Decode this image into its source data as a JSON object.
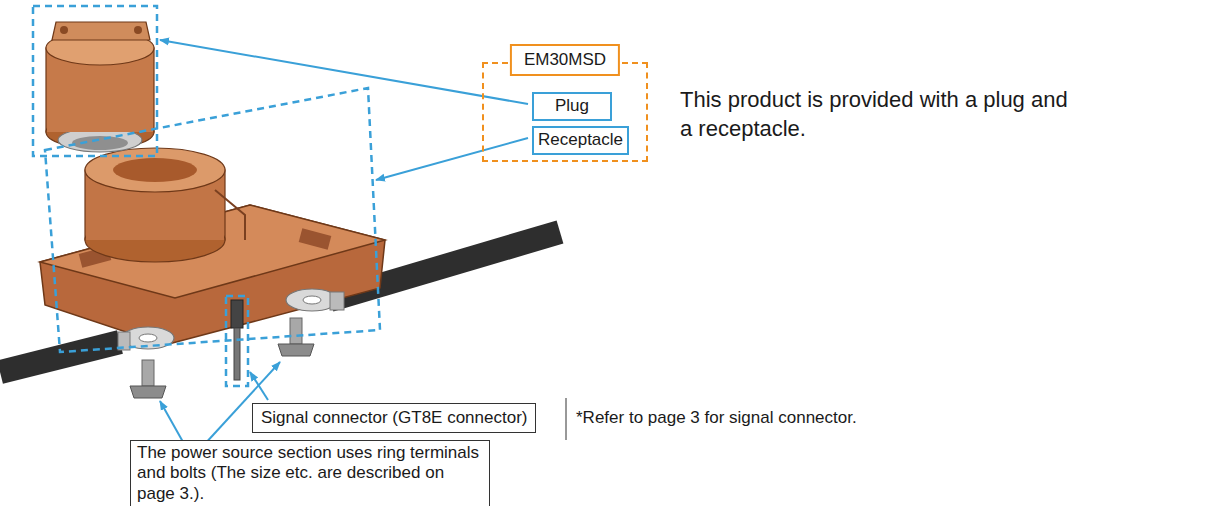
{
  "diagram": {
    "nodes": [
      {
        "text": [
          "EM30MSD"
        ]
      },
      {
        "text": [
          "Plug"
        ],
        "in": 0
      },
      {
        "text": [
          "Receptacle"
        ],
        "in": 0
      },
      {
        "text": [
          "Signal connector (GT8E connector)"
        ]
      },
      {
        "text": [
          "The power source section uses ring terminals and bolts (The size etc. are described on page 3.)."
        ]
      }
    ],
    "labels": [
      "This product is provided with a plug and a receptacle.",
      "*Refer to page 3 for signal connector."
    ]
  }
}
